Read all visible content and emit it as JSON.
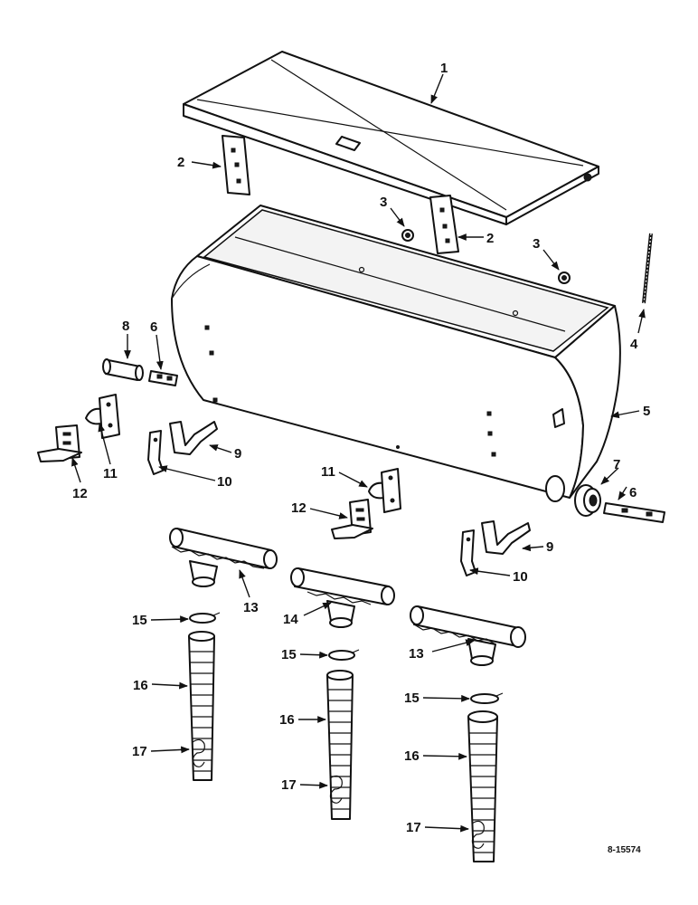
{
  "figure_code": "8-15574",
  "callouts": {
    "c1": "1",
    "c2a": "2",
    "c2b": "2",
    "c3a": "3",
    "c3b": "3",
    "c4": "4",
    "c5": "5",
    "c6a": "6",
    "c6b": "6",
    "c7": "7",
    "c8": "8",
    "c9a": "9",
    "c9b": "9",
    "c10a": "10",
    "c10b": "10",
    "c11a": "11",
    "c11b": "11",
    "c12a": "12",
    "c12b": "12",
    "c13a": "13",
    "c13b": "13",
    "c14": "14",
    "c15a": "15",
    "c15b": "15",
    "c15c": "15",
    "c16a": "16",
    "c16b": "16",
    "c16c": "16",
    "c17a": "17",
    "c17b": "17",
    "c17c": "17"
  }
}
